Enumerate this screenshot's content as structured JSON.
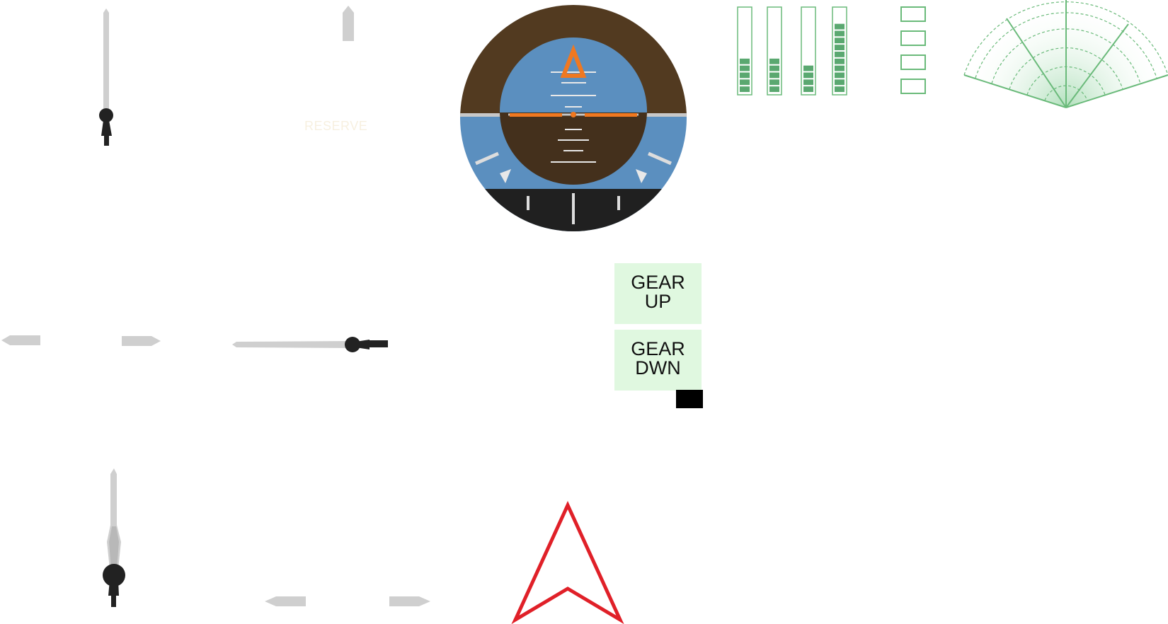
{
  "colors": {
    "needle_light": "#cfcfcf",
    "needle_dark": "#222222",
    "sky": "#5b8fbf",
    "ground": "#4a3420",
    "ground_outer": "#523a20",
    "orange": "#f07820",
    "bezel_dark": "#202020",
    "green_fill": "#5aa870",
    "green_line": "#6aba7a",
    "gear_bg": "#e0f8e0",
    "red": "#e02028"
  },
  "reserve_label": "RESERVE",
  "gear_up": {
    "line1": "GEAR",
    "line2": "UP"
  },
  "gear_down": {
    "line1": "GEAR",
    "line2": "DWN"
  },
  "bar_levels": [
    {
      "segments_total": 12,
      "segments_lit": 5
    },
    {
      "segments_total": 12,
      "segments_lit": 5
    },
    {
      "segments_total": 12,
      "segments_lit": 4
    },
    {
      "segments_total": 12,
      "segments_lit": 10
    }
  ],
  "indicator_boxes": 4,
  "icons": {
    "gauge_needle": "gauge-needle-icon",
    "attitude": "attitude-indicator-icon",
    "radar": "radar-sweep-icon",
    "nav_arrow": "navigation-arrow-icon"
  }
}
